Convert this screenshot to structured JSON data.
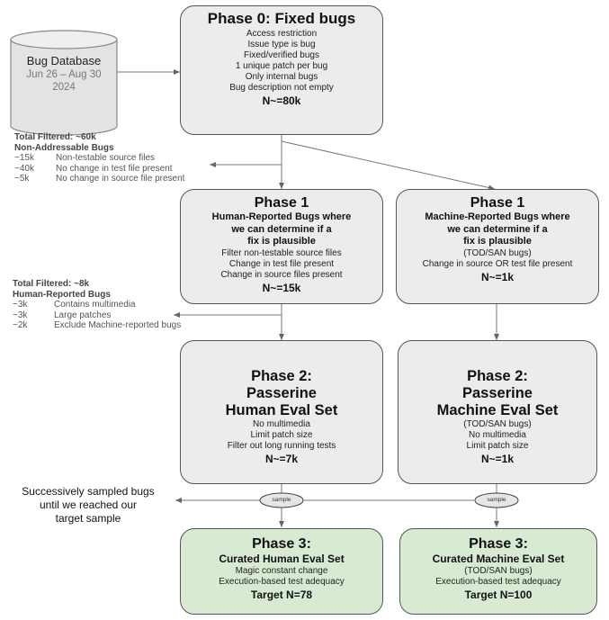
{
  "database": {
    "title": "Bug Database",
    "dates": "Jun 26 – Aug 30",
    "year": "2024"
  },
  "phase0": {
    "title": "Phase 0: Fixed bugs",
    "lines": [
      "Access restriction",
      "Issue type is bug",
      "Fixed/verified bugs",
      "1 unique patch per bug",
      "Only internal bugs",
      "Bug description not empty"
    ],
    "n": "N~=80k"
  },
  "filter0": {
    "total": "Total Filtered: ~60k",
    "heading": "Non-Addressable Bugs",
    "rows": [
      {
        "count": "~15k",
        "label": "Non-testable source files"
      },
      {
        "count": "~40k",
        "label": "No change in test file present"
      },
      {
        "count": "~5k",
        "label": "No change in source file present"
      }
    ]
  },
  "phase1_human": {
    "title": "Phase 1",
    "subtitle": [
      "Human-Reported Bugs where",
      "we can determine if a",
      "fix is plausible"
    ],
    "lines": [
      "Filter non-testable source files",
      "Change in test file present",
      "Change in source files present"
    ],
    "n": "N~=15k"
  },
  "phase1_machine": {
    "title": "Phase 1",
    "subtitle": [
      "Machine-Reported Bugs where",
      "we can determine if a",
      "fix is plausible"
    ],
    "lines": [
      "(TOD/SAN bugs)",
      "Change in source OR test file present"
    ],
    "n": "N~=1k"
  },
  "filter1": {
    "total": "Total Filtered: ~8k",
    "heading": "Human-Reported Bugs",
    "rows": [
      {
        "count": "~3k",
        "label": "Contains multimedia"
      },
      {
        "count": "~3k",
        "label": "Large patches"
      },
      {
        "count": "~2k",
        "label": "Exclude Machine-reported bugs"
      }
    ]
  },
  "phase2_human": {
    "title": [
      "Phase 2:",
      "Passerine",
      "Human Eval Set"
    ],
    "lines": [
      "No multimedia",
      "Limit patch size",
      "Filter out long running tests"
    ],
    "n": "N~=7k"
  },
  "phase2_machine": {
    "title": [
      "Phase 2:",
      "Passerine",
      "Machine Eval Set"
    ],
    "lines": [
      "(TOD/SAN bugs)",
      "No multimedia",
      "Limit patch size"
    ],
    "n": "N~=1k"
  },
  "sampling": {
    "node_label": "sample",
    "note": [
      "Successively sampled bugs",
      "until we reached our",
      "target sample"
    ]
  },
  "phase3_human": {
    "title": "Phase 3:",
    "subtitle": "Curated Human Eval Set",
    "lines": [
      "Magic constant change",
      "Execution-based test adequacy"
    ],
    "target": "Target N=78"
  },
  "phase3_machine": {
    "title": "Phase 3:",
    "subtitle": "Curated Machine Eval Set",
    "lines": [
      "(TOD/SAN bugs)",
      "Execution-based test adequacy"
    ],
    "target": "Target N=100"
  },
  "colors": {
    "box_fill": "#ececec",
    "phase3_fill": "#d9ead3",
    "border": "#555555",
    "filter_text": "#555555"
  }
}
